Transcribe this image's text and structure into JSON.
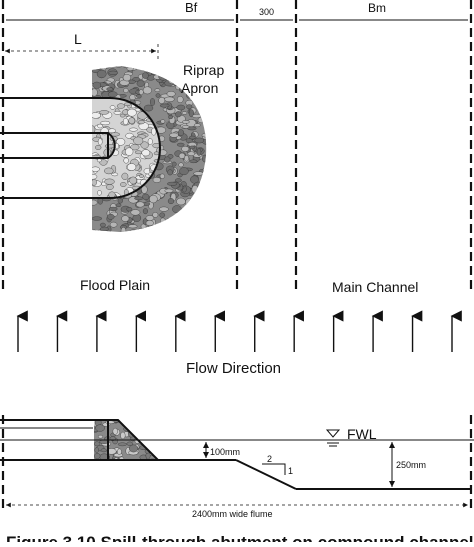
{
  "labels": {
    "bf": "Bf",
    "gap": "300",
    "bm": "Bm",
    "l": "L",
    "riprap_line1": "Riprap",
    "riprap_line2": "Apron",
    "flood_plain": "Flood Plain",
    "main_channel": "Main Channel",
    "flow_direction": "Flow Direction",
    "fwl": "FWL",
    "depth_100": "100mm",
    "depth_250": "250mm",
    "slope_run": "2",
    "slope_rise": "1",
    "flume_width": "2400mm wide flume",
    "caption": "Figure 3.10  Spill-through abutment on compound channel"
  },
  "arrow_count": 12
}
